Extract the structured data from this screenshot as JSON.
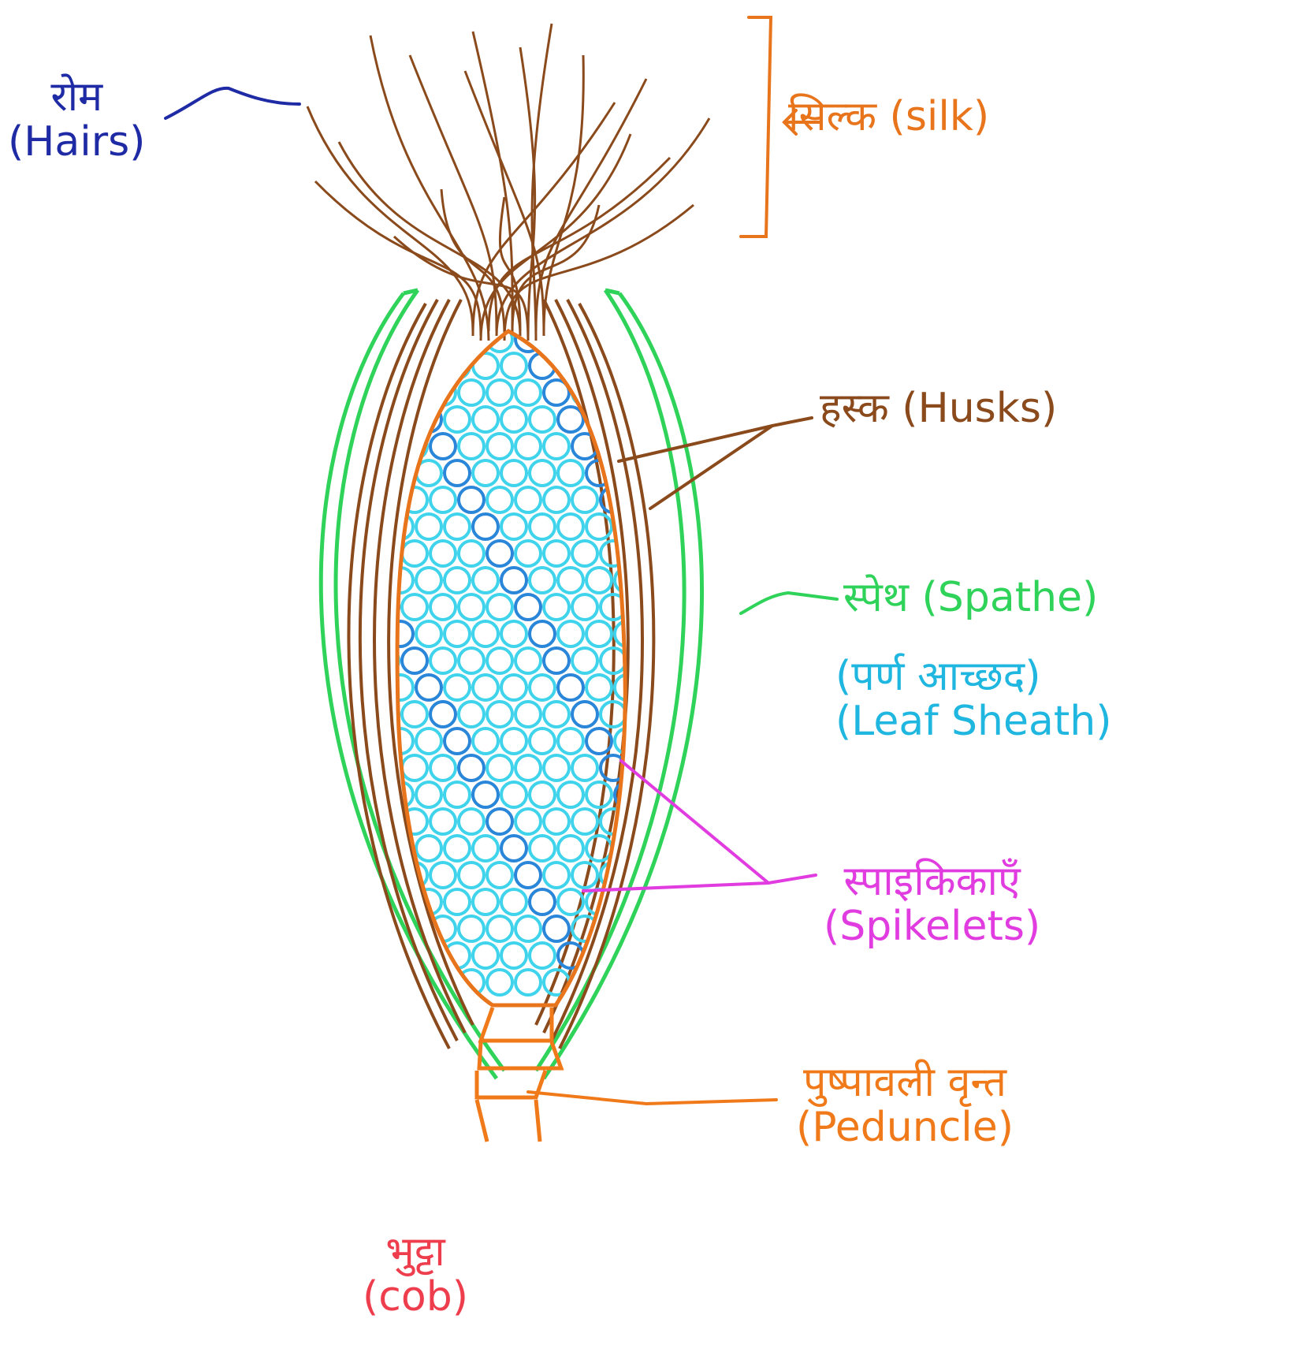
{
  "labels": {
    "hairs": {
      "hi": "रोम",
      "en": "(Hairs)"
    },
    "silk": {
      "arrow": "⇐",
      "text": "सिल्क (silk)"
    },
    "husks": {
      "text": "हस्क (Husks)"
    },
    "spathe": {
      "text": "स्पेथ (Spathe)"
    },
    "leaf_sheath": {
      "gu": "(पर्ण आच्छद)",
      "en": "(Leaf Sheath)"
    },
    "spikelets": {
      "hi": "स्पाइकिकाएँ",
      "en": "(Spikelets)"
    },
    "peduncle": {
      "hi": "पुष्पावली वृन्त",
      "en": "(Peduncle)"
    },
    "cob": {
      "hi": "भुट्टा",
      "en": "(cob)"
    }
  },
  "colors": {
    "hairs": "#1f2aa5",
    "silk": "#e8741c",
    "husks": "#8a4a1c",
    "spathe": "#2fd35a",
    "leaf_sheath": "#1fb6e0",
    "spikelets": "#e03ce0",
    "peduncle": "#f07a1a",
    "cob": "#ee3d4d",
    "kernel_light": "#3fd3ec",
    "kernel_dark": "#2a86d8"
  }
}
